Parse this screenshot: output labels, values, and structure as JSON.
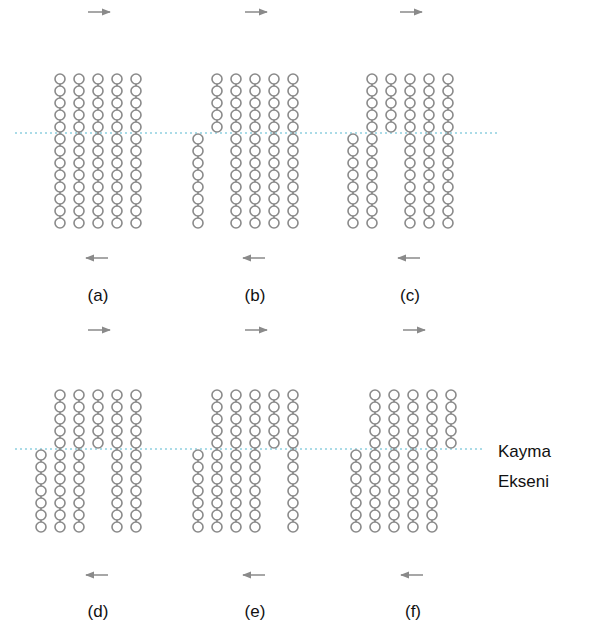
{
  "diagram": {
    "labels": [
      "(a)",
      "(b)",
      "(c)",
      "(d)",
      "(e)",
      "(f)",
      "Kayma Ekseni"
    ]
  }
}
